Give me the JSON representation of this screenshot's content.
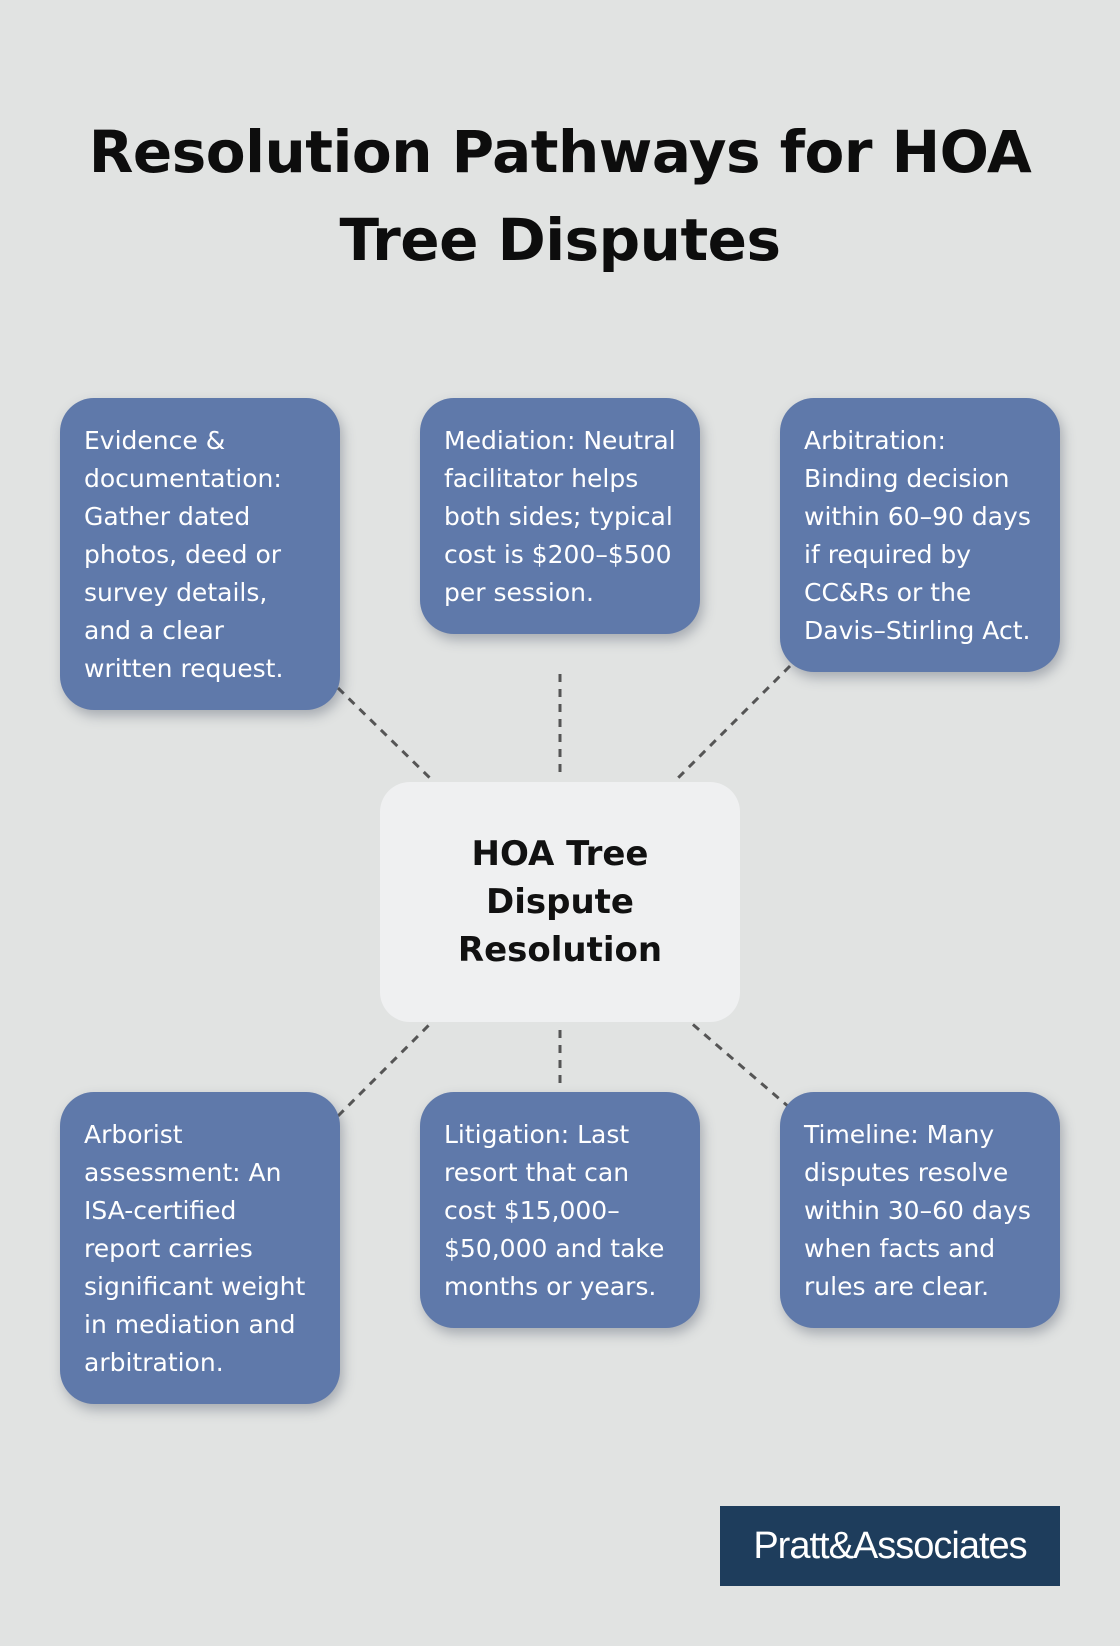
{
  "title": "Resolution Pathways for HOA Tree Disputes",
  "center": {
    "label": "HOA Tree Dispute Resolution"
  },
  "nodes": [
    "Evidence & documentation: Gather dated photos, deed or survey details, and a clear written request.",
    "Mediation: Neutral facilitator helps both sides; typical cost is $200–$500 per session.",
    "Arbitration: Binding decision within 60–90 days if required by CC&Rs or the Davis–Stirling Act.",
    "Arborist assessment: An ISA-certified report carries significant weight in mediation and arbitration.",
    "Litigation: Last resort that can cost $15,000–$50,000 and take months or years.",
    "Timeline: Many disputes resolve within 30–60 days when facts and rules are clear."
  ],
  "logo": {
    "text": "Pratt&Associates"
  },
  "colors": {
    "background": "#e1e3e2",
    "node_fill": "#5f79aa",
    "center_fill": "#eff0f1",
    "connector": "#555555",
    "logo_fill": "#1e3d5c"
  }
}
